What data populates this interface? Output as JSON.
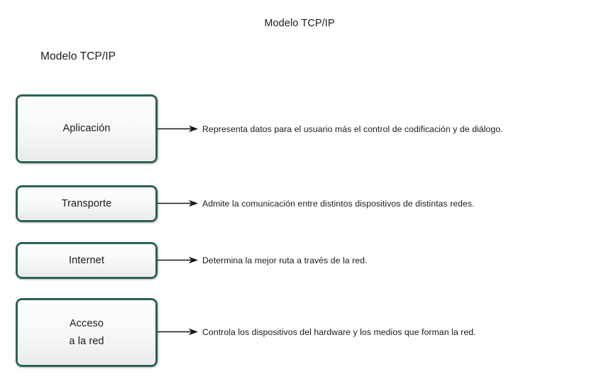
{
  "diagram": {
    "title_top": "Modelo TCP/IP",
    "title_left": "Modelo TCP/IP",
    "accent_color": "#2b6158",
    "text_color": "#1a1a1a",
    "background_color": "#ffffff",
    "layers": [
      {
        "id": "application",
        "name": "Aplicación",
        "label": "Aplicación",
        "description": "Representa datos para el usuario más el control de codificación y de diálogo.",
        "arrow": "arrow-right"
      },
      {
        "id": "transport",
        "name": "Transporte",
        "label": "Transporte",
        "description": "Admite la comunicación entre distintos dispositivos de distintas redes.",
        "arrow": "arrow-right"
      },
      {
        "id": "internet",
        "name": "Internet",
        "label": "Internet",
        "description": "Determina la mejor ruta a través de la red.",
        "arrow": "arrow-right"
      },
      {
        "id": "network-access",
        "name": "Acceso a la red",
        "label": "Acceso\na la red",
        "description": "Controla los dispositivos del hardware y los medios que forman la red.",
        "arrow": "arrow-right"
      }
    ]
  }
}
